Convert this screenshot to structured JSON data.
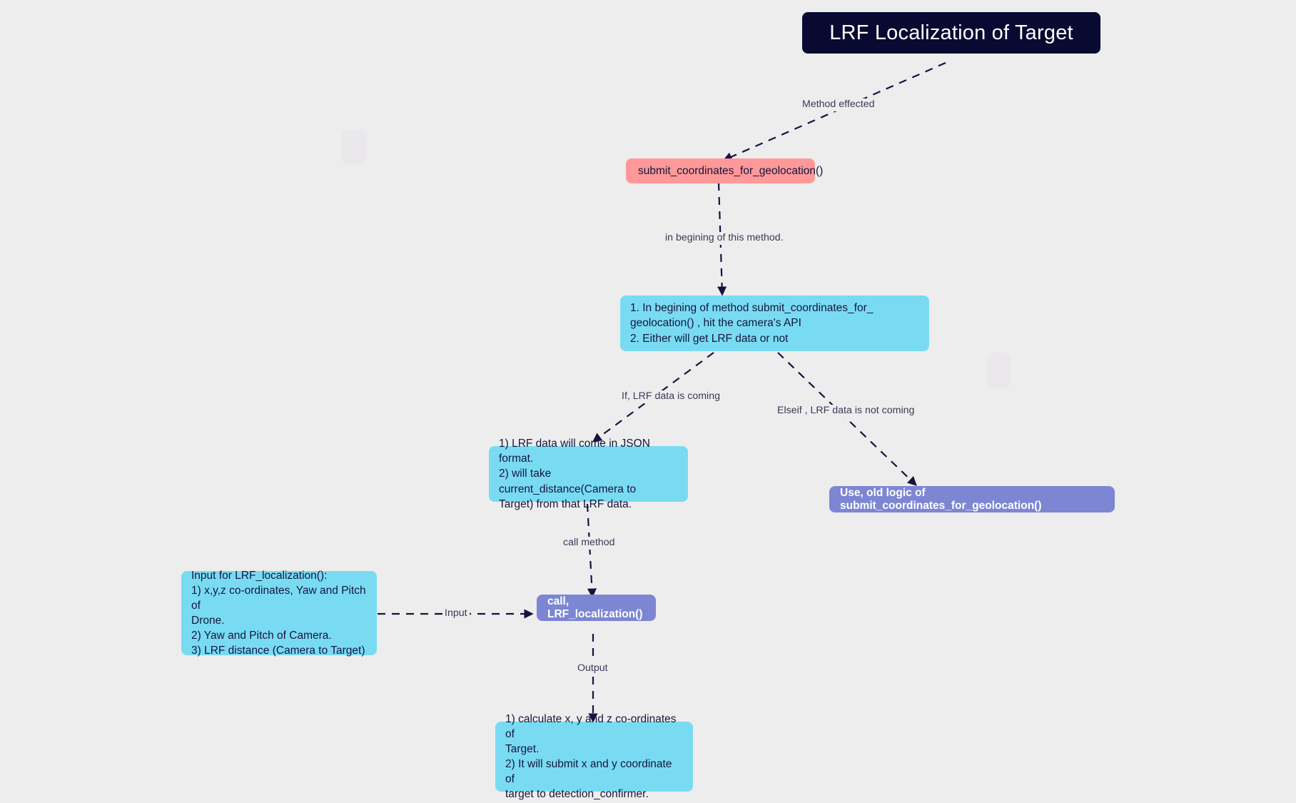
{
  "diagram": {
    "title_node": {
      "label": "LRF Localization of Target",
      "color": "#080a31"
    },
    "nodes": [
      {
        "id": "submit-coordinates",
        "label": "submit_coordinates_for_geolocation()",
        "color": "#ff9999",
        "shape": "rounded-rect"
      },
      {
        "id": "begin-method",
        "label": "1. In begining of method submit_coordinates_for_\ngeolocation() , hit the camera's API\n2. Either will get LRF data or not",
        "color": "#79dbf2",
        "shape": "rounded-rect"
      },
      {
        "id": "lrf-json",
        "label": "1) LRF data will come in JSON format.\n2) will take current_distance(Camera to\nTarget) from that LRF data.",
        "color": "#79dbf2",
        "shape": "rounded-rect"
      },
      {
        "id": "old-logic",
        "label": "Use, old logic of submit_coordinates_for_geolocation()",
        "color": "#7c86d3",
        "shape": "rounded-rect"
      },
      {
        "id": "input-box",
        "label": "Input for LRF_localization():\n1) x,y,z co-ordinates, Yaw and Pitch of\nDrone.\n2) Yaw and Pitch of Camera.\n3) LRF distance (Camera to Target)",
        "color": "#79dbf2",
        "shape": "rounded-rect"
      },
      {
        "id": "call-lrf",
        "label": "call,  LRF_localization()",
        "color": "#7c86d3",
        "shape": "rounded-rect"
      },
      {
        "id": "output-box",
        "label": "1) calculate x, y and z co-ordinates of\nTarget.\n2) It will submit x and y coordinate of\ntarget to detection_confirmer.",
        "color": "#79dbf2",
        "shape": "rounded-rect"
      }
    ],
    "edges": [
      {
        "id": "edge-method-effected",
        "label": "Method effected",
        "from": "title-node",
        "to": "submit-coordinates",
        "style": "dashed"
      },
      {
        "id": "edge-in-begining",
        "label": "in begining of this method.",
        "from": "submit-coordinates",
        "to": "begin-method",
        "style": "dashed"
      },
      {
        "id": "edge-if-lrf",
        "label": "If, LRF data is coming",
        "from": "begin-method",
        "to": "lrf-json",
        "style": "dashed"
      },
      {
        "id": "edge-elseif-lrf",
        "label": "Elseif , LRF data is not coming",
        "from": "begin-method",
        "to": "old-logic",
        "style": "dashed"
      },
      {
        "id": "edge-call-method",
        "label": "call method",
        "from": "lrf-json",
        "to": "call-lrf",
        "style": "dashed"
      },
      {
        "id": "edge-input",
        "label": "Input",
        "from": "input-box",
        "to": "call-lrf",
        "style": "dashed"
      },
      {
        "id": "edge-output",
        "label": "Output",
        "from": "call-lrf",
        "to": "output-box",
        "style": "dashed"
      }
    ],
    "colors": {
      "background": "#ededed",
      "edge": "#14143c",
      "edge_label_text": "#3a3a58",
      "node_dark_text": "#16163e"
    }
  }
}
